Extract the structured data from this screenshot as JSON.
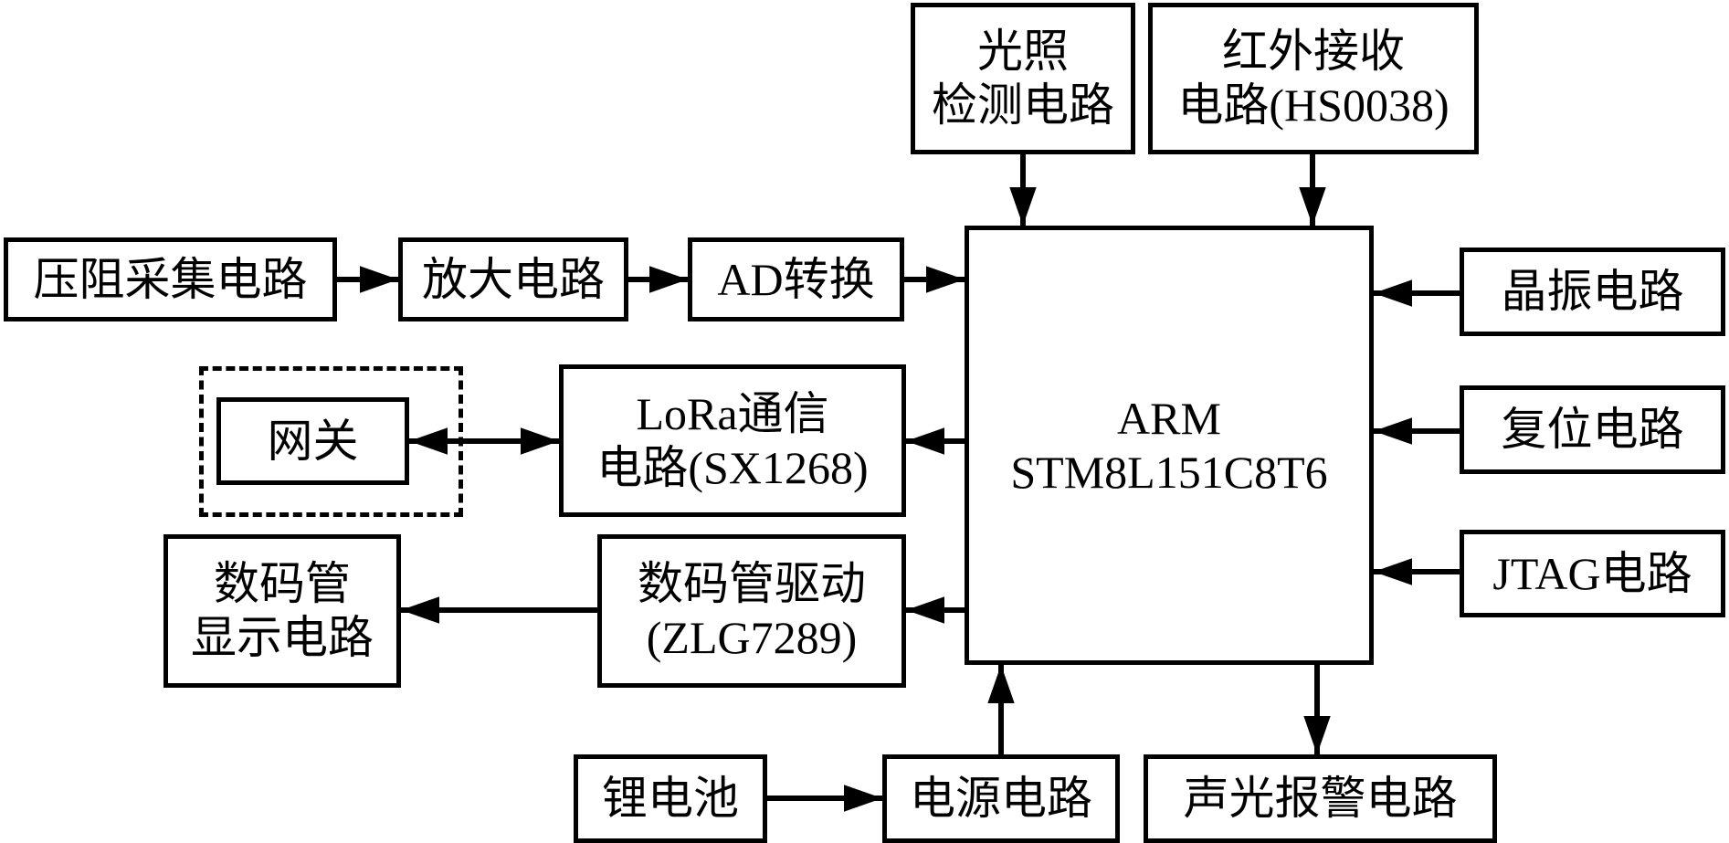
{
  "diagram": {
    "type": "block-diagram",
    "center": {
      "id": "mcu",
      "lines": [
        "ARM",
        "STM8L151C8T6"
      ]
    },
    "blocks": [
      {
        "id": "light",
        "lines": [
          "光照",
          "检测电路"
        ]
      },
      {
        "id": "ir",
        "lines": [
          "红外接收",
          "电路(HS0038)"
        ]
      },
      {
        "id": "piezo",
        "lines": [
          "压阻采集电路"
        ]
      },
      {
        "id": "amp",
        "lines": [
          "放大电路"
        ]
      },
      {
        "id": "adc",
        "lines": [
          "AD转换"
        ]
      },
      {
        "id": "crystal",
        "lines": [
          "晶振电路"
        ]
      },
      {
        "id": "reset",
        "lines": [
          "复位电路"
        ]
      },
      {
        "id": "jtag",
        "lines": [
          "JTAG电路"
        ]
      },
      {
        "id": "gateway",
        "lines": [
          "网关"
        ]
      },
      {
        "id": "lora",
        "lines": [
          "LoRa通信",
          "电路(SX1268)"
        ]
      },
      {
        "id": "seg_display",
        "lines": [
          "数码管",
          "显示电路"
        ]
      },
      {
        "id": "seg_driver",
        "lines": [
          "数码管驱动",
          "(ZLG7289)"
        ]
      },
      {
        "id": "battery",
        "lines": [
          "锂电池"
        ]
      },
      {
        "id": "power",
        "lines": [
          "电源电路"
        ]
      },
      {
        "id": "alarm",
        "lines": [
          "声光报警电路"
        ]
      }
    ],
    "connections": [
      {
        "from": "light",
        "to": "mcu",
        "direction": "one-way"
      },
      {
        "from": "ir",
        "to": "mcu",
        "direction": "one-way"
      },
      {
        "from": "piezo",
        "to": "amp",
        "direction": "one-way"
      },
      {
        "from": "amp",
        "to": "adc",
        "direction": "one-way"
      },
      {
        "from": "adc",
        "to": "mcu",
        "direction": "one-way"
      },
      {
        "from": "crystal",
        "to": "mcu",
        "direction": "one-way"
      },
      {
        "from": "reset",
        "to": "mcu",
        "direction": "one-way"
      },
      {
        "from": "jtag",
        "to": "mcu",
        "direction": "one-way"
      },
      {
        "from": "mcu",
        "to": "lora",
        "direction": "one-way"
      },
      {
        "from": "lora",
        "to": "gateway",
        "direction": "two-way"
      },
      {
        "from": "mcu",
        "to": "seg_driver",
        "direction": "one-way"
      },
      {
        "from": "seg_driver",
        "to": "seg_display",
        "direction": "one-way"
      },
      {
        "from": "battery",
        "to": "power",
        "direction": "one-way"
      },
      {
        "from": "power",
        "to": "mcu",
        "direction": "one-way"
      },
      {
        "from": "mcu",
        "to": "alarm",
        "direction": "one-way"
      }
    ],
    "gateway_group_style": "dashed"
  }
}
